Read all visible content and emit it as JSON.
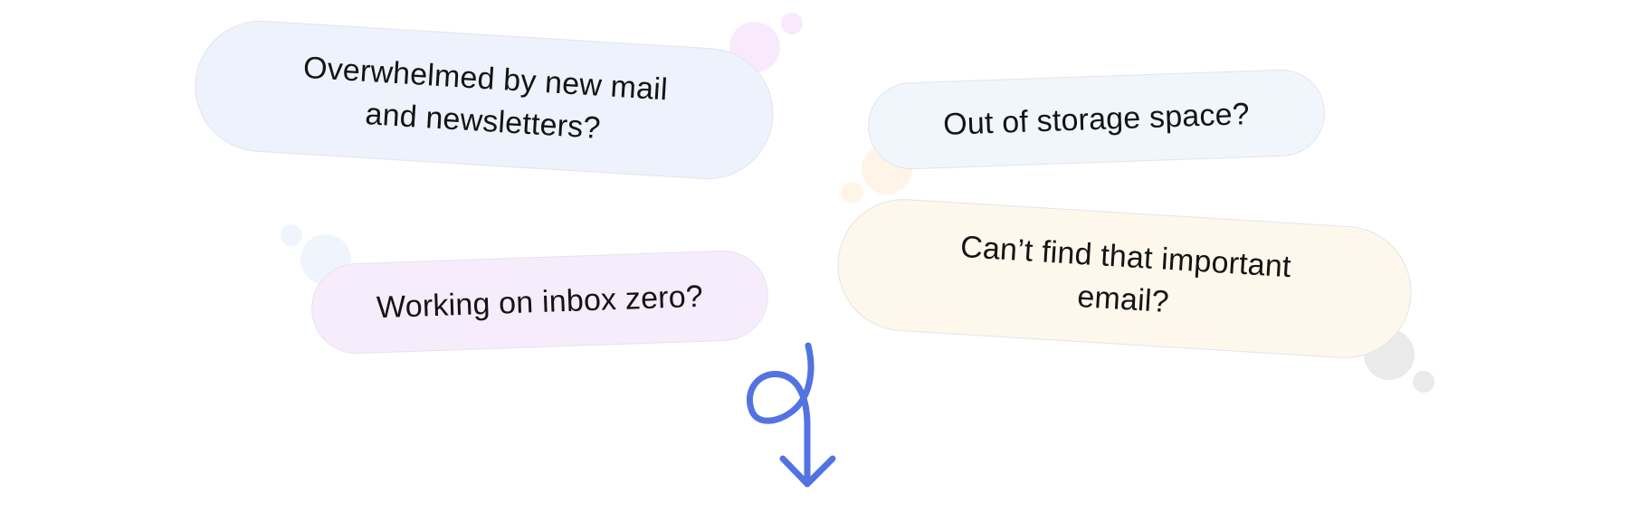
{
  "bubbles": [
    {
      "text": "Overwhelmed by new mail and newsletters?",
      "bg_color": "#EEF2FD"
    },
    {
      "text": "Out of storage space?",
      "bg_color": "#F1F6FD"
    },
    {
      "text": "Working on inbox zero?",
      "bg_color": "#F7ECFC"
    },
    {
      "text": "Can’t find that important email?",
      "bg_color": "#FEF7EC"
    }
  ],
  "decor_colors": {
    "pink": "#F8EAFC",
    "orange": "#FEF5E8",
    "blue": "#F0F5FD",
    "gray": "#EAEAEA"
  },
  "arrow": {
    "icon": "loop-down-arrow-icon",
    "color": "#5273E0"
  }
}
